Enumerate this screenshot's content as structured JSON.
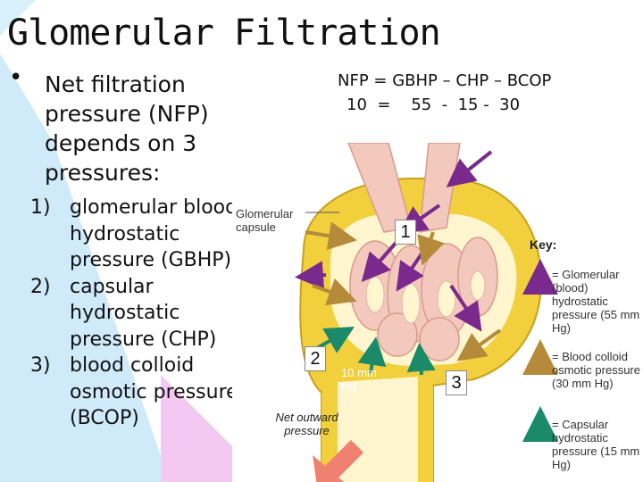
{
  "title": "Glomerular Filtration",
  "bullet_symbol": "•",
  "intro": "Net filtration pressure (NFP) depends on 3 pressures:",
  "list": [
    {
      "num": "1)",
      "text": "glomerular blood hydrostatic pressure (GBHP)"
    },
    {
      "num": "2)",
      "text": "capsular hydrostatic pressure (CHP)"
    },
    {
      "num": "3)",
      "text": "blood colloid osmotic pressure (BCOP)"
    }
  ],
  "equation": {
    "line1": "NFP = GBHP – CHP – BCOP",
    "line2": "10  =    55  -  15 -  30"
  },
  "figure": {
    "capsule_label": "Glomerular capsule",
    "net_value": "10 mm Hg",
    "net_label": "Net outward pressure",
    "badges": [
      "1",
      "2",
      "3"
    ],
    "key_title": "Key:",
    "key_items": [
      {
        "text": "= Glomerular (blood) hydrostatic pressure (55 mm Hg)",
        "color": "#7a2a8c"
      },
      {
        "text": "= Blood colloid osmotic pressure (30 mm Hg)",
        "color": "#b58a3a"
      },
      {
        "text": "= Capsular hydrostatic pressure (15 mm Hg)",
        "color": "#1a8a68"
      }
    ]
  },
  "colors": {
    "purple_arrow": "#7a2a8c",
    "tan_arrow": "#b58a3a",
    "green_arrow": "#1a8a68",
    "capsule": "#f2cf3c",
    "vessel": "#f4c9bd"
  }
}
